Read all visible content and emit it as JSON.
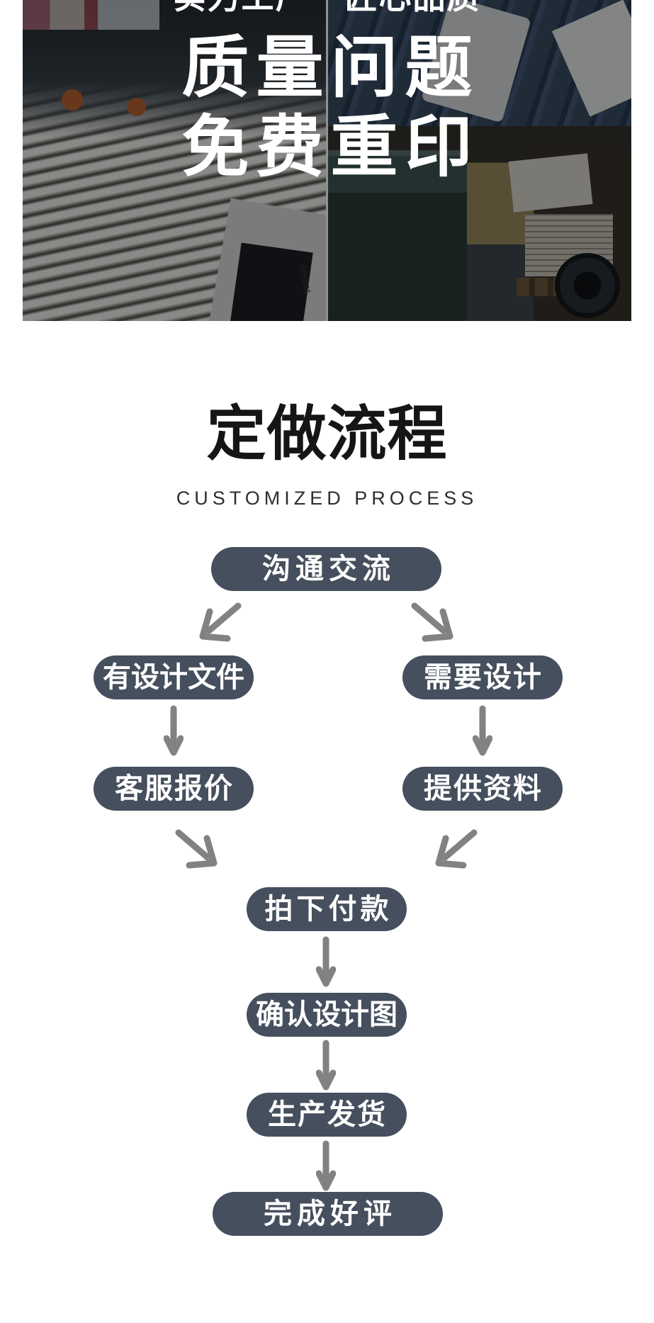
{
  "hero": {
    "tagline_left": "实力工厂",
    "tagline_right": "匠心品质",
    "headline_line1": "质量问题",
    "headline_line2": "免费重印",
    "machine_brand": "dorset",
    "text_color": "#ffffff",
    "photo_left": "printing-press-with-fanned-printed-sheets",
    "photo_right": "factory-worker-operating-machine"
  },
  "section": {
    "title": "定做流程",
    "subtitle": "CUSTOMIZED PROCESS"
  },
  "flow": {
    "button_color": "#454f5d",
    "button_text_color": "#ffffff",
    "arrow_color": "#828282",
    "steps": [
      {
        "label": "沟通交流"
      },
      {
        "label": "有设计文件"
      },
      {
        "label": "需要设计"
      },
      {
        "label": "客服报价"
      },
      {
        "label": "提供资料"
      },
      {
        "label": "拍下付款"
      },
      {
        "label": "确认设计图"
      },
      {
        "label": "生产发货"
      },
      {
        "label": "完成好评"
      }
    ]
  }
}
